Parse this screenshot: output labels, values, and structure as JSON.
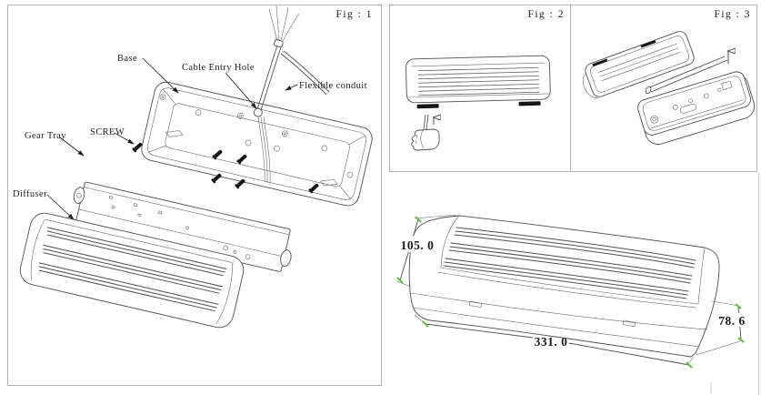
{
  "sheet": {
    "type": "technical-drawing",
    "product": "bulkhead light fixture"
  },
  "figures": {
    "fig1": {
      "title": "Fig : 1",
      "labels": {
        "base": "Base",
        "cable_entry_hole": "Cable Entry Hole",
        "flexible_conduit": "Flexible conduit",
        "screw": "SCREW",
        "gear_tray": "Gear Tray",
        "diffuser": "Diffuser"
      }
    },
    "fig2": {
      "title": "Fig : 2"
    },
    "fig3": {
      "title": "Fig : 3"
    }
  },
  "dimension_drawing": {
    "depth": "105. 0",
    "length": "331. 0",
    "height": "78. 6"
  },
  "colors": {
    "line": "#4f4f4f",
    "panel_border": "#b3b3b3",
    "dimension_tick_green": "#5bc236",
    "clip_black": "#151515"
  }
}
